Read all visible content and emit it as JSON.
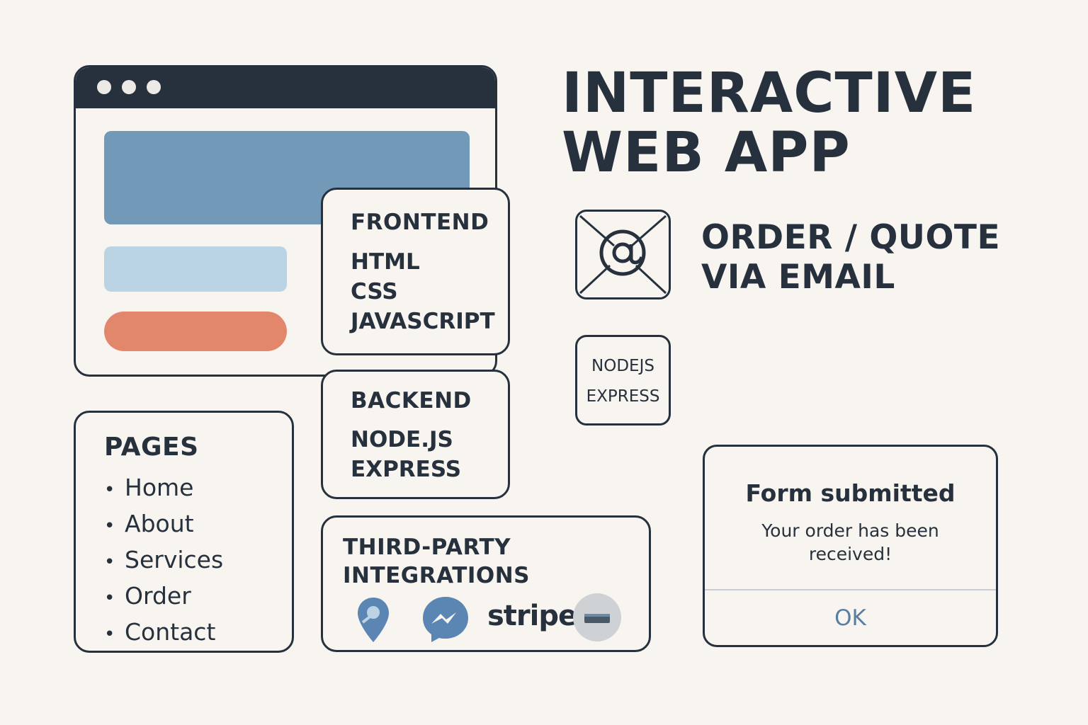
{
  "title": {
    "lines": [
      "INTERACTIVE",
      "WEB APP"
    ]
  },
  "browser": {
    "window_dots": 3,
    "colors": {
      "titlebar": "#27313d",
      "hero": "#7399b8",
      "bar": "#bad4e4",
      "button": "#e3876c"
    }
  },
  "frontend": {
    "title": "FRONTEND",
    "items": [
      "HTML",
      "CSS",
      "JAVASCRIPT"
    ]
  },
  "backend": {
    "title": "BACKEND",
    "items": [
      "NODE.JS",
      "EXPRESS"
    ]
  },
  "pages": {
    "title": "PAGES",
    "items": [
      "Home",
      "About",
      "Services",
      "Order",
      "Contact"
    ]
  },
  "integrations": {
    "title_lines": [
      "THIRD-PARTY",
      "INTEGRATIONS"
    ],
    "icons": [
      "map-pin-icon",
      "messenger-icon",
      "stripe-logo",
      "card-icon"
    ],
    "stripe_text": "stripe"
  },
  "email": {
    "icon": "email-at-icon",
    "lines": [
      "ORDER / QUOTE",
      "VIA EMAIL"
    ]
  },
  "server": {
    "lines": [
      "NODEJS",
      "EXPRESS"
    ]
  },
  "dialog": {
    "title": "Form submitted",
    "message": "Your order has been received!",
    "ok_label": "OK"
  }
}
